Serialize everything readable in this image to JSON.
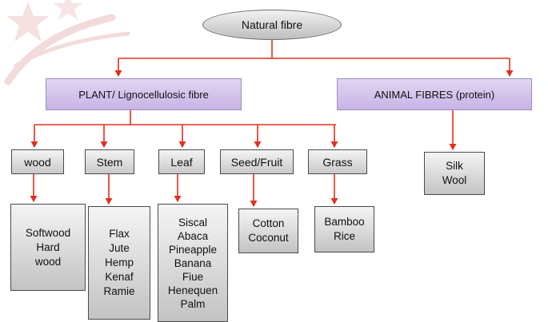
{
  "root": {
    "label": "Natural fibre"
  },
  "categories": {
    "plant": "PLANT/ Lignocellulosic fibre",
    "animal": "ANIMAL FIBRES (protein)"
  },
  "plant_types": {
    "wood": {
      "label": "wood",
      "examples": [
        "Softwood",
        "Hard",
        "wood"
      ]
    },
    "stem": {
      "label": "Stem",
      "examples": [
        "Flax",
        "Jute",
        "Hemp",
        "Kenaf",
        "Ramie"
      ]
    },
    "leaf": {
      "label": "Leaf",
      "examples": [
        "Siscal",
        "Abaca",
        "Pineapple",
        "Banana",
        "Fiue",
        "Henequen",
        "Palm"
      ]
    },
    "seed_fruit": {
      "label": "Seed/Fruit",
      "examples": [
        "Cotton",
        "Coconut"
      ]
    },
    "grass": {
      "label": "Grass",
      "examples": [
        "Bamboo",
        "Rice"
      ]
    }
  },
  "animal_types": {
    "examples": [
      "Silk",
      "Wool"
    ]
  },
  "colors": {
    "connector": "#e0301e",
    "category_fill": "#d4c4ec",
    "box_fill": "#dcdcdc"
  }
}
